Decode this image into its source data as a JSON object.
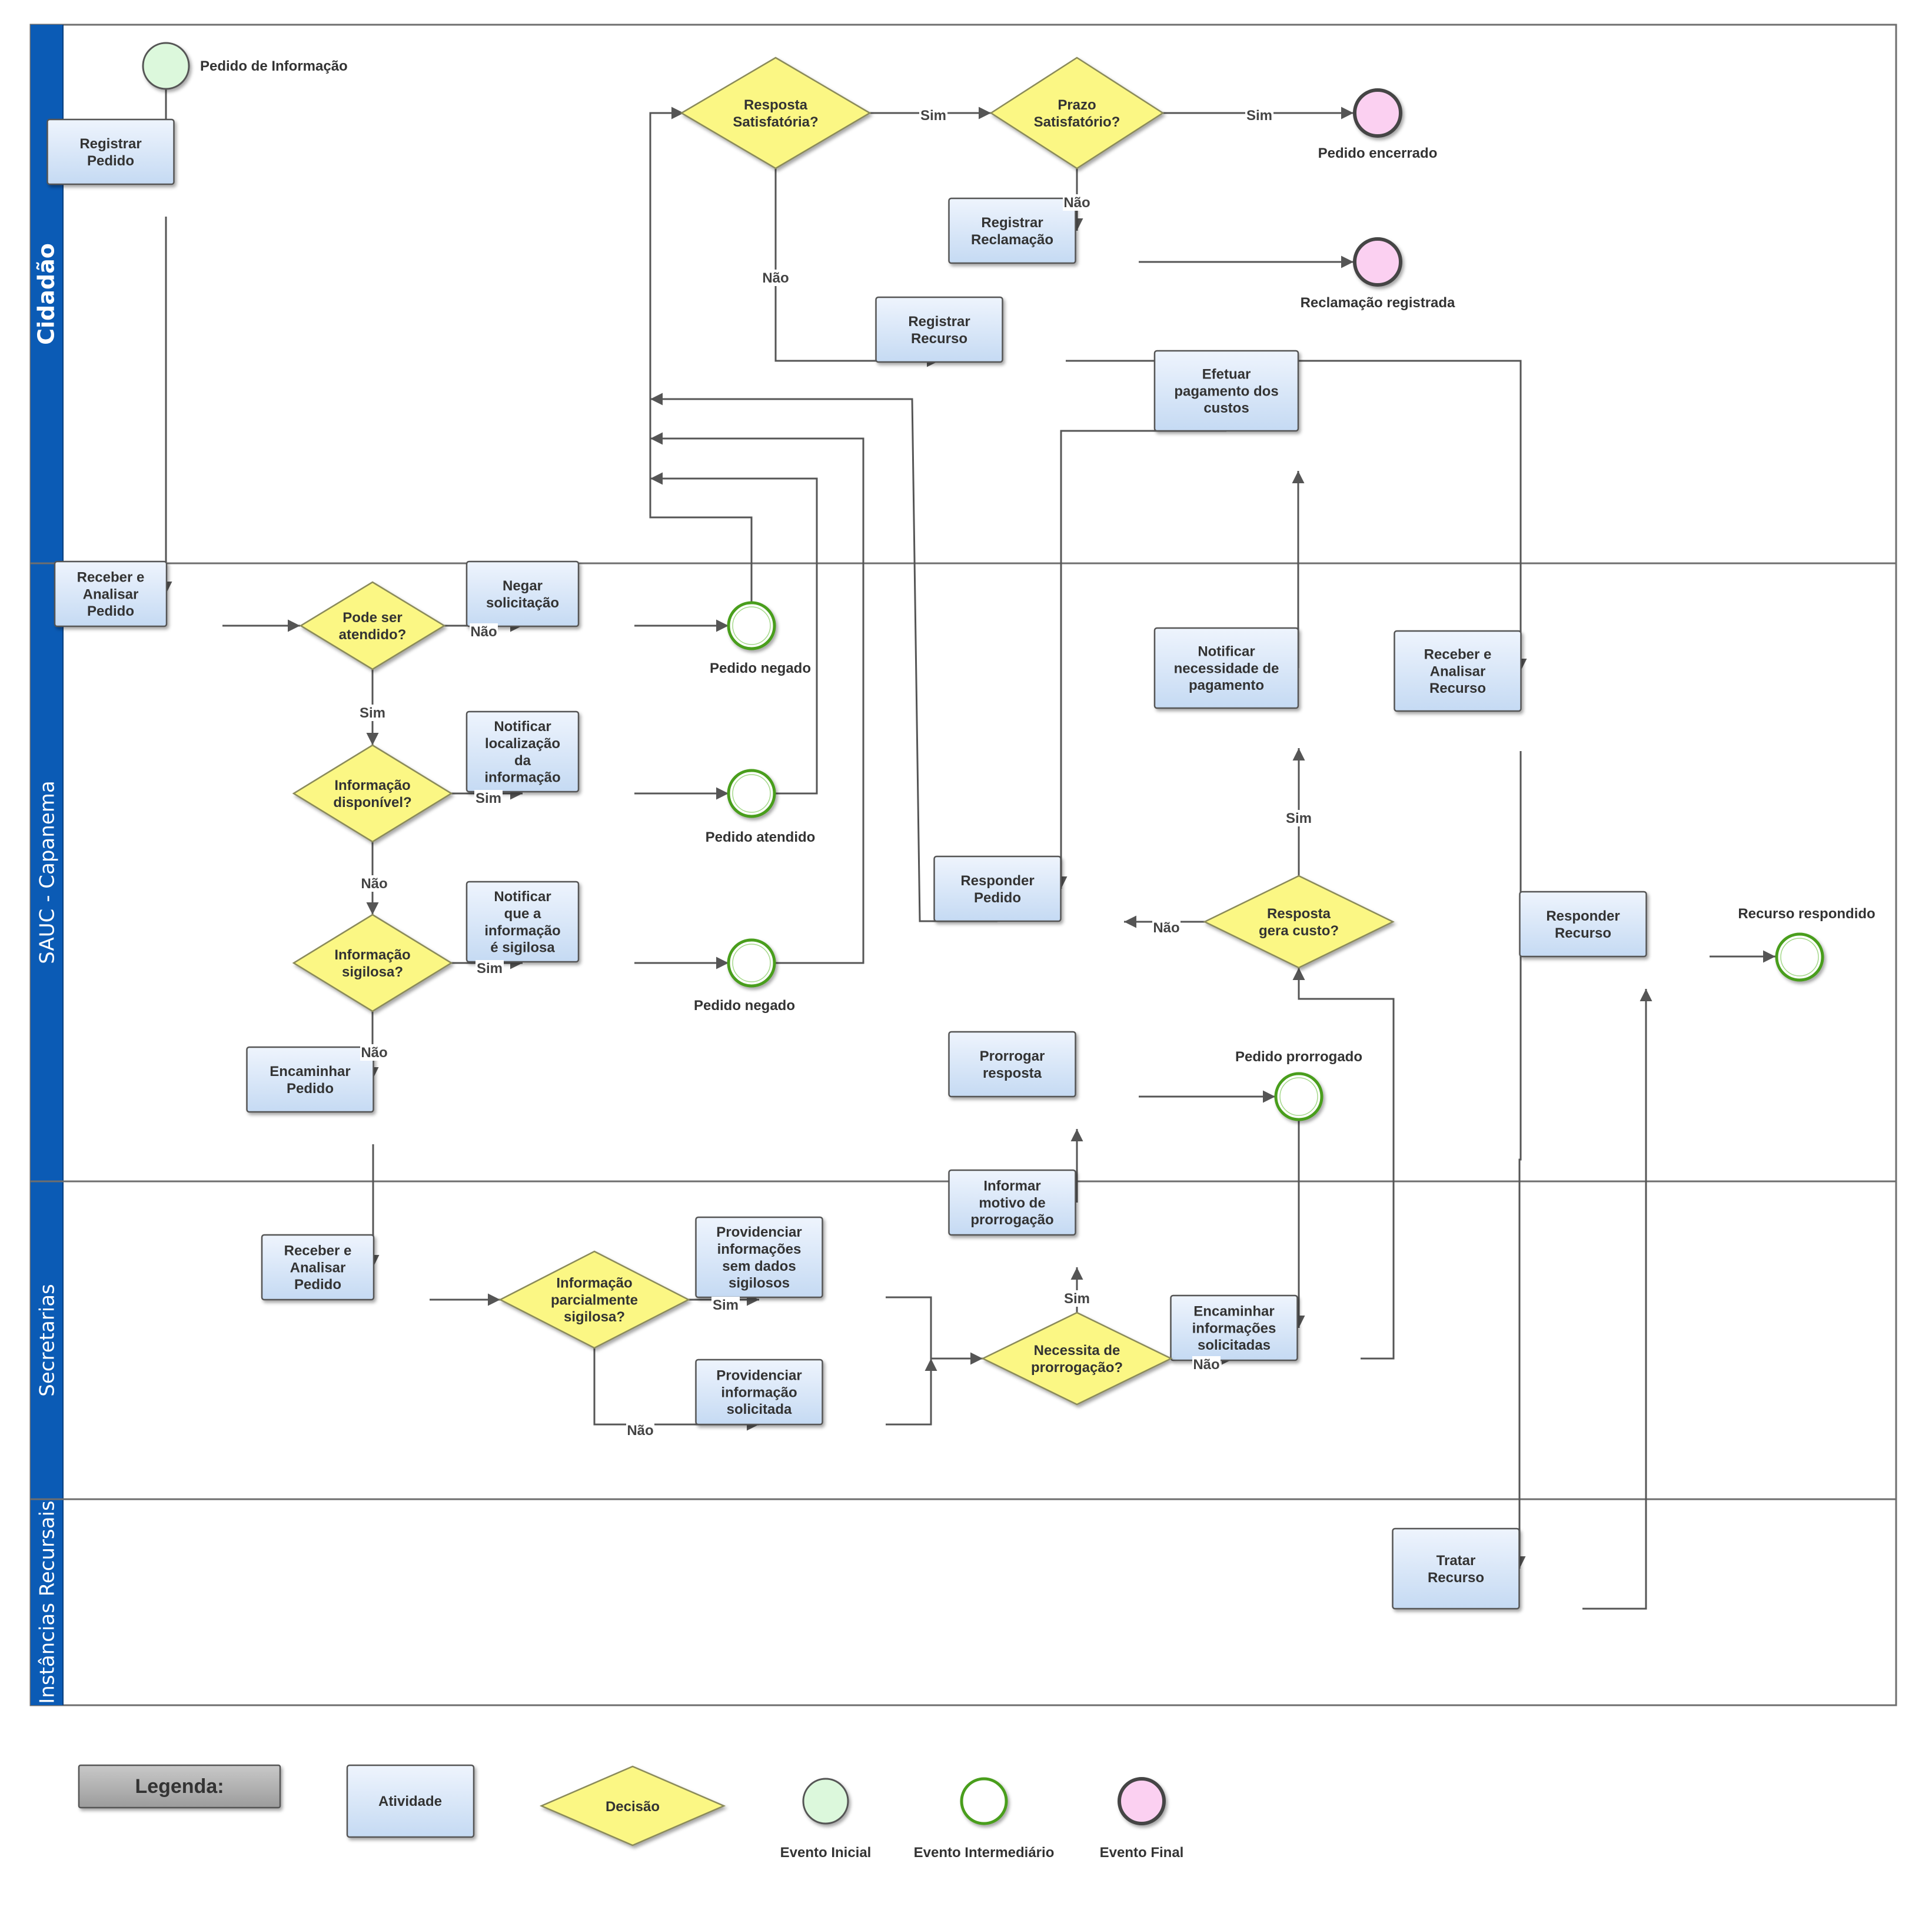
{
  "lanes": [
    {
      "id": "cidadao",
      "label": "Cidadão"
    },
    {
      "id": "sauc",
      "label": "SAUC - Capanema"
    },
    {
      "id": "secretarias",
      "label": "Secretarias"
    },
    {
      "id": "instancias",
      "label": "Instâncias Recursais"
    }
  ],
  "tasks": [
    {
      "id": "registrar-pedido",
      "lines": [
        "Registrar",
        "Pedido"
      ]
    },
    {
      "id": "registrar-reclamacao",
      "lines": [
        "Registrar",
        "Reclamação"
      ]
    },
    {
      "id": "registrar-recurso",
      "lines": [
        "Registrar",
        "Recurso"
      ]
    },
    {
      "id": "efetuar-pagamento",
      "lines": [
        "Efetuar",
        "pagamento dos",
        "custos"
      ]
    },
    {
      "id": "receber-analisar-pedido",
      "lines": [
        "Receber e",
        "Analisar",
        "Pedido"
      ]
    },
    {
      "id": "negar-solicitacao",
      "lines": [
        "Negar",
        "solicitação"
      ],
      "plain": true
    },
    {
      "id": "notificar-localizacao",
      "lines": [
        "Notificar",
        "localização",
        "da",
        "informação"
      ],
      "plain": true
    },
    {
      "id": "notificar-sigilosa",
      "lines": [
        "Notificar",
        "que a",
        "informação",
        "é sigilosa"
      ],
      "plain": true
    },
    {
      "id": "encaminhar-pedido",
      "lines": [
        "Encaminhar",
        "Pedido"
      ]
    },
    {
      "id": "notificar-pagamento",
      "lines": [
        "Notificar",
        "necessidade de",
        "pagamento"
      ]
    },
    {
      "id": "responder-pedido",
      "lines": [
        "Responder",
        "Pedido"
      ]
    },
    {
      "id": "receber-analisar-recurso",
      "lines": [
        "Receber e",
        "Analisar",
        "Recurso"
      ]
    },
    {
      "id": "responder-recurso",
      "lines": [
        "Responder",
        "Recurso"
      ]
    },
    {
      "id": "prorrogar-resposta",
      "lines": [
        "Prorrogar",
        "resposta"
      ]
    },
    {
      "id": "informar-motivo",
      "lines": [
        "Informar",
        "motivo de",
        "prorrogação"
      ]
    },
    {
      "id": "receber-analisar-pedido-sec",
      "lines": [
        "Receber e",
        "Analisar",
        "Pedido"
      ]
    },
    {
      "id": "providenciar-sem-sigilo",
      "lines": [
        "Providenciar",
        "informações",
        "sem dados",
        "sigilosos"
      ]
    },
    {
      "id": "providenciar-solicitada",
      "lines": [
        "Providenciar",
        "informação",
        "solicitada"
      ]
    },
    {
      "id": "encaminhar-informacoes",
      "lines": [
        "Encaminhar",
        "informações",
        "solicitadas"
      ]
    },
    {
      "id": "tratar-recurso",
      "lines": [
        "Tratar",
        "Recurso"
      ]
    }
  ],
  "decisions": [
    {
      "id": "resposta-satisfatoria",
      "lines": [
        "Resposta",
        "Satisfatória?"
      ]
    },
    {
      "id": "prazo-satisfatorio",
      "lines": [
        "Prazo",
        "Satisfatório?"
      ]
    },
    {
      "id": "pode-ser-atendido",
      "lines": [
        "Pode ser",
        "atendido?"
      ]
    },
    {
      "id": "informacao-disponivel",
      "lines": [
        "Informação",
        "disponível?"
      ]
    },
    {
      "id": "informacao-sigilosa",
      "lines": [
        "Informação",
        "sigilosa?"
      ]
    },
    {
      "id": "resposta-gera-custo",
      "lines": [
        "Resposta",
        "gera custo?"
      ]
    },
    {
      "id": "parcialmente-sigilosa",
      "lines": [
        "Informação",
        "parcialmente",
        "sigilosa?"
      ]
    },
    {
      "id": "necessita-prorrogacao",
      "lines": [
        "Necessita de",
        "prorrogação?"
      ]
    }
  ],
  "events": [
    {
      "id": "pedido-de-informacao",
      "type": "start",
      "label": "Pedido de Informação"
    },
    {
      "id": "pedido-encerrado",
      "type": "end",
      "label": "Pedido encerrado"
    },
    {
      "id": "reclamacao-registrada",
      "type": "end",
      "label": "Reclamação registrada"
    },
    {
      "id": "pedido-negado-1",
      "type": "intermediate",
      "label": "Pedido negado"
    },
    {
      "id": "pedido-atendido",
      "type": "intermediate",
      "label": "Pedido atendido"
    },
    {
      "id": "pedido-negado-2",
      "type": "intermediate",
      "label": "Pedido negado"
    },
    {
      "id": "recurso-respondido",
      "type": "intermediate",
      "label": "Recurso respondido"
    },
    {
      "id": "pedido-prorrogado",
      "type": "intermediate",
      "label": "Pedido prorrogado"
    }
  ],
  "edge_labels": {
    "sim": "Sim",
    "nao": "Não"
  },
  "legend": {
    "title": "Legenda:",
    "activity": "Atividade",
    "decision": "Decisão",
    "start_event": "Evento Inicial",
    "intermediate_event": "Evento Intermediário",
    "end_event": "Evento Final"
  },
  "colors": {
    "lane_header": "#0b5bb5",
    "task_fill_top": "#eef4fd",
    "task_fill_bottom": "#c5daf3",
    "task_stroke": "#555555",
    "decision_fill": "#fbf784",
    "decision_stroke": "#8a8a5a",
    "start_fill": "#dcf8dc",
    "intermediate_stroke": "#4a9e1c",
    "end_fill": "#fbd0f1",
    "connector": "#555555"
  }
}
